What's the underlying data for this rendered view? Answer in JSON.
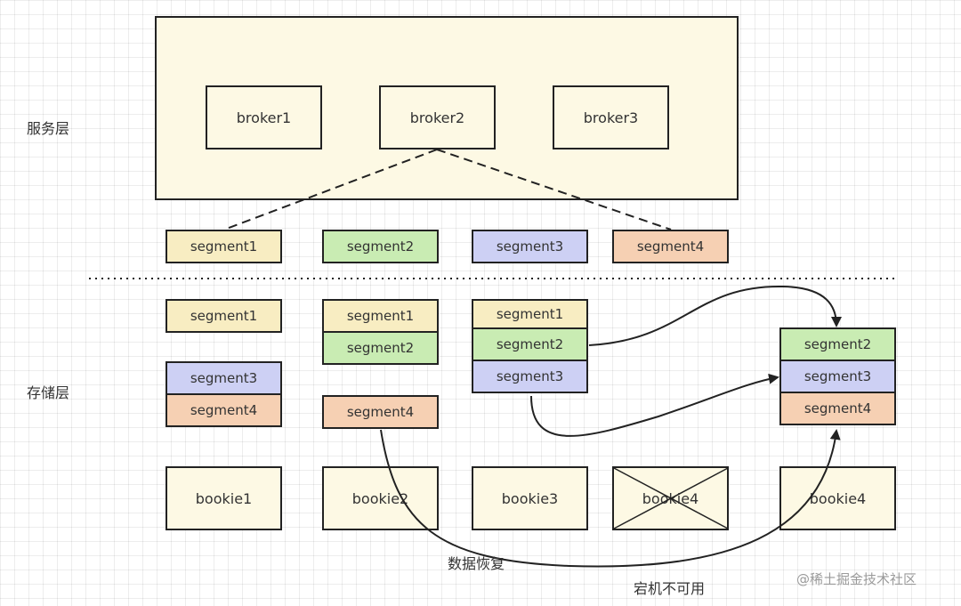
{
  "layers": {
    "service": "服务层",
    "storage": "存储层"
  },
  "brokers": [
    "broker1",
    "broker2",
    "broker3"
  ],
  "assigned_segments": [
    "segment1",
    "segment2",
    "segment3",
    "segment4"
  ],
  "stacks": [
    [
      "segment1"
    ],
    [
      "segment3",
      "segment4"
    ],
    [
      "segment1",
      "segment2"
    ],
    [
      "segment4"
    ],
    [
      "segment1",
      "segment2",
      "segment3"
    ],
    [
      "segment2",
      "segment3",
      "segment4"
    ]
  ],
  "bookies": [
    "bookie1",
    "bookie2",
    "bookie3",
    "bookie4",
    "bookie4"
  ],
  "annotations": {
    "recovery": "数据恢复",
    "down": "宕机不可用"
  },
  "watermark": "@稀土掘金技术社区",
  "colors": {
    "segment1": "#f8edc2",
    "segment2": "#c9ecb3",
    "segment3": "#cdd0f4",
    "segment4": "#f6d0b3",
    "background": "#fdf9e4"
  }
}
